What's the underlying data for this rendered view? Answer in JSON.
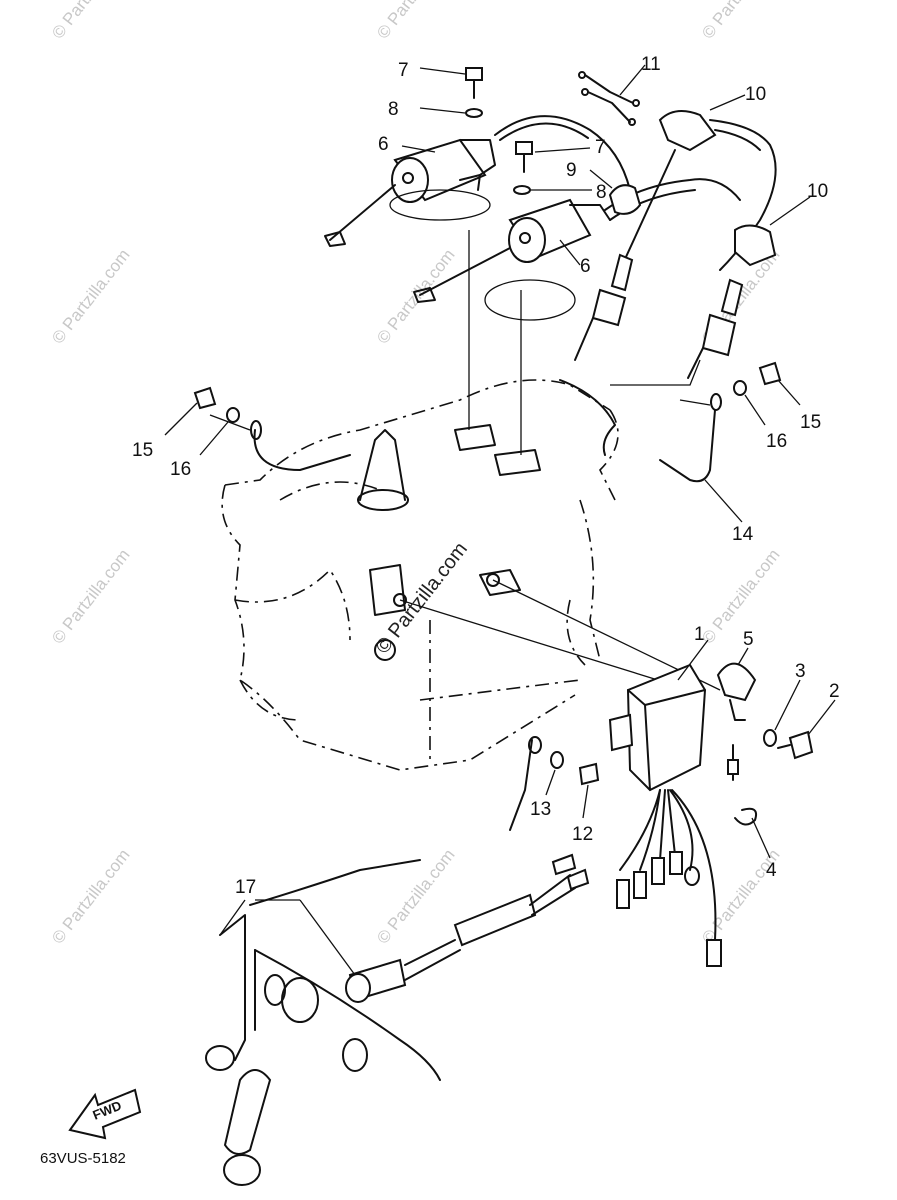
{
  "watermark": "© Partzilla.com",
  "watermark_center": "© Partzilla.com",
  "diagram_code": "63VUS-5182",
  "fwd_label": "FWD",
  "callouts": {
    "c1": "1",
    "c2": "2",
    "c3": "3",
    "c4": "4",
    "c5": "5",
    "c6a": "6",
    "c6b": "6",
    "c7a": "7",
    "c7b": "7",
    "c8a": "8",
    "c8b": "8",
    "c9": "9",
    "c10a": "10",
    "c10b": "10",
    "c11": "11",
    "c12": "12",
    "c13": "13",
    "c14": "14",
    "c15a": "15",
    "c15b": "15",
    "c16a": "16",
    "c16b": "16",
    "c17": "17"
  }
}
